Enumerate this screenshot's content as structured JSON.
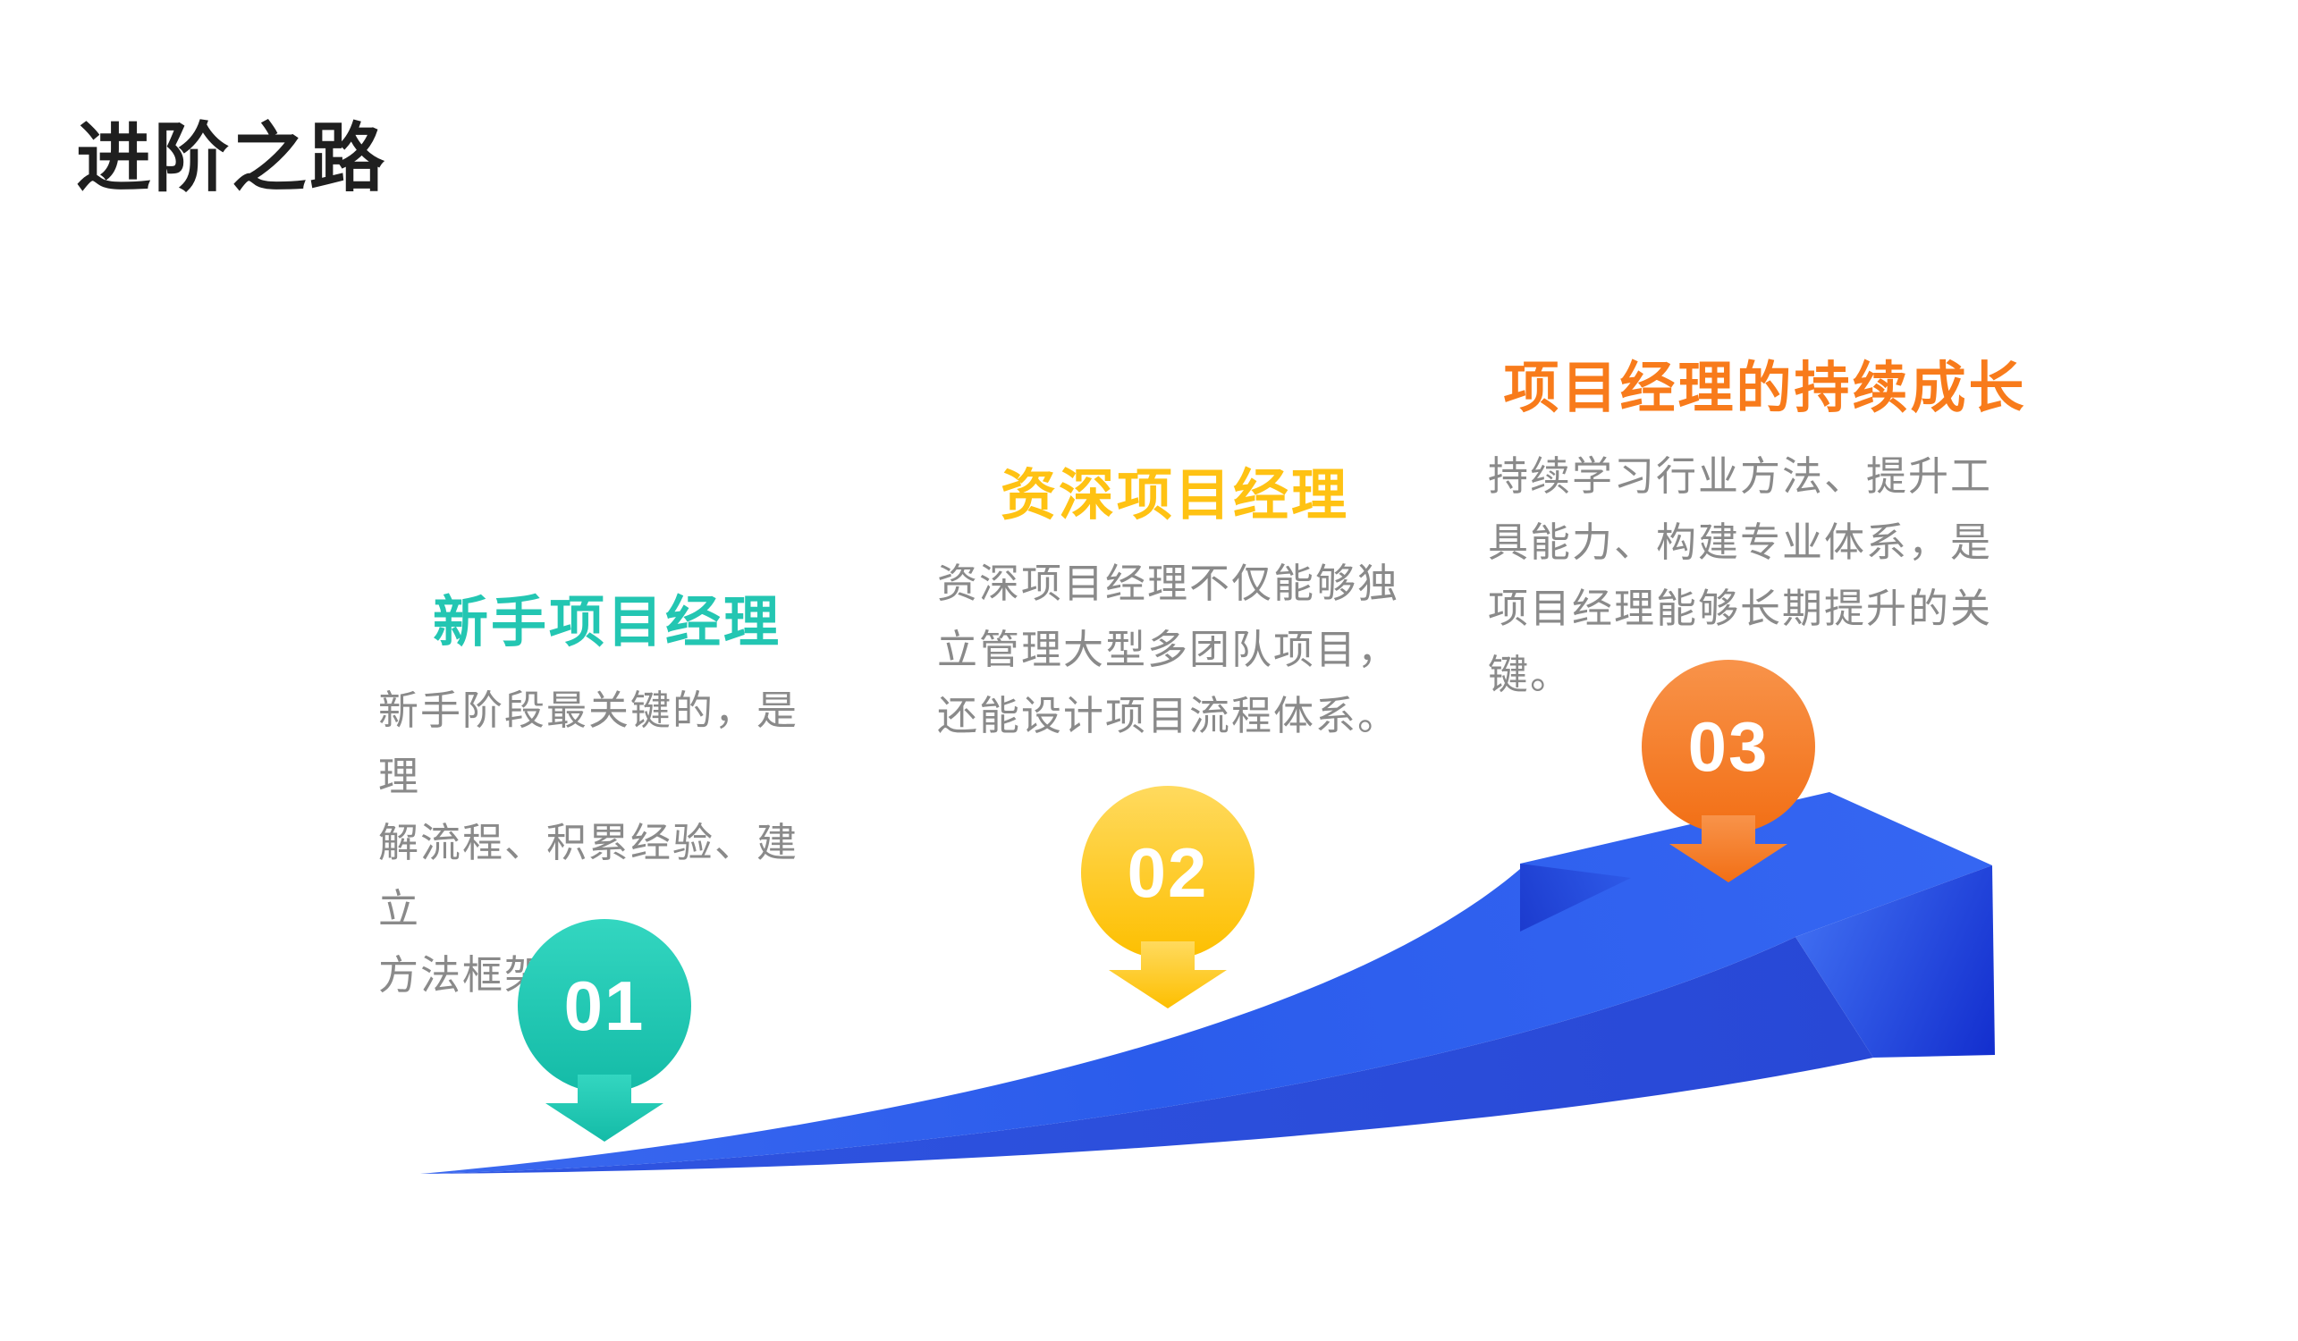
{
  "slide": {
    "title": "进阶之路"
  },
  "stages": [
    {
      "number": "01",
      "heading": "新手项目经理",
      "body_lines": [
        "新手阶段最关键的，是理",
        "解流程、积累经验、建立",
        "方法框架。"
      ],
      "accent": "#23c6b2"
    },
    {
      "number": "02",
      "heading": "资深项目经理",
      "body_lines": [
        "资深项目经理不仅能够独",
        "立管理大型多团队项目，",
        "还能设计项目流程体系。"
      ],
      "accent": "#ffc213"
    },
    {
      "number": "03",
      "heading": "项目经理的持续成长",
      "body_lines": [
        "持续学习行业方法、提升工",
        "具能力、构建专业体系，是",
        "项目经理能够长期提升的关",
        "键。"
      ],
      "accent": "#f87b1b"
    }
  ],
  "colors": {
    "title_text": "#1f1f1f",
    "body_text": "#8a8a8a",
    "teal_accent": "#23c6b2",
    "yellow_accent": "#ffc213",
    "orange_accent": "#f87b1b",
    "ramp_blue": "#2c5dec",
    "ramp_blue_dark": "#1c3cd2",
    "marker_number_text": "#ffffff",
    "background": "#ffffff"
  }
}
